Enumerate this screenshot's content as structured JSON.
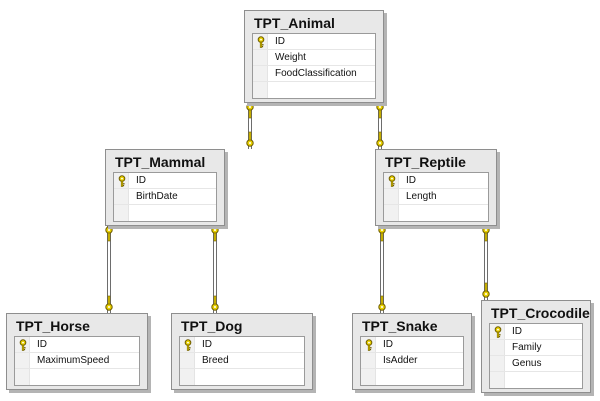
{
  "tables": [
    {
      "name": "TPT_Animal",
      "columns": [
        {
          "name": "ID",
          "pk": true
        },
        {
          "name": "Weight",
          "pk": false
        },
        {
          "name": "FoodClassification",
          "pk": false
        }
      ]
    },
    {
      "name": "TPT_Mammal",
      "columns": [
        {
          "name": "ID",
          "pk": true
        },
        {
          "name": "BirthDate",
          "pk": false
        }
      ]
    },
    {
      "name": "TPT_Reptile",
      "columns": [
        {
          "name": "ID",
          "pk": true
        },
        {
          "name": "Length",
          "pk": false
        }
      ]
    },
    {
      "name": "TPT_Horse",
      "columns": [
        {
          "name": "ID",
          "pk": true
        },
        {
          "name": "MaximumSpeed",
          "pk": false
        }
      ]
    },
    {
      "name": "TPT_Dog",
      "columns": [
        {
          "name": "ID",
          "pk": true
        },
        {
          "name": "Breed",
          "pk": false
        }
      ]
    },
    {
      "name": "TPT_Snake",
      "columns": [
        {
          "name": "ID",
          "pk": true
        },
        {
          "name": "IsAdder",
          "pk": false
        }
      ]
    },
    {
      "name": "TPT_Crocodile",
      "columns": [
        {
          "name": "ID",
          "pk": true
        },
        {
          "name": "Family",
          "pk": false
        },
        {
          "name": "Genus",
          "pk": false
        }
      ]
    }
  ],
  "relationships": [
    {
      "from": "TPT_Mammal",
      "to": "TPT_Animal"
    },
    {
      "from": "TPT_Reptile",
      "to": "TPT_Animal"
    },
    {
      "from": "TPT_Horse",
      "to": "TPT_Mammal"
    },
    {
      "from": "TPT_Dog",
      "to": "TPT_Mammal"
    },
    {
      "from": "TPT_Snake",
      "to": "TPT_Reptile"
    },
    {
      "from": "TPT_Crocodile",
      "to": "TPT_Reptile"
    }
  ],
  "icons": {
    "primary_key": "key-icon",
    "relationship_end": "key-connector-icon"
  },
  "colors": {
    "key": "#e8d000",
    "key_outline": "#6e5c00",
    "table_bg": "#e8e8e8",
    "table_border": "#8e8e8e",
    "shadow": "#b4b4b4"
  }
}
